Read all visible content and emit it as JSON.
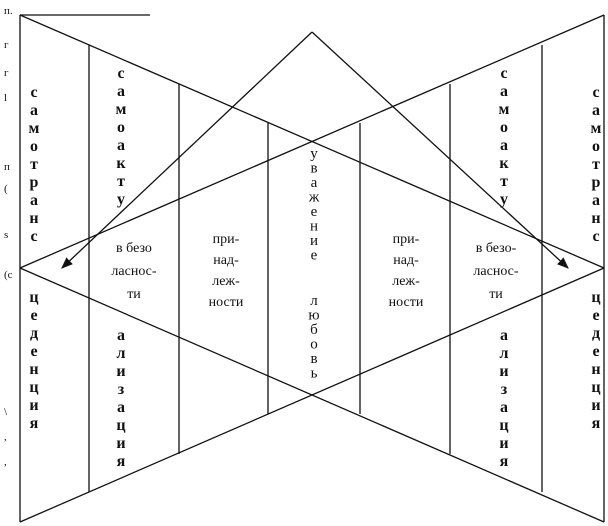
{
  "diagram": {
    "margin_marks": [
      "п.",
      "г",
      "г",
      "l",
      "п",
      "(",
      "s",
      "(с",
      "\\",
      ",",
      ","
    ],
    "labels": {
      "samotranscendence_top": [
        "с",
        "а",
        "м",
        "о",
        "т",
        "р",
        "а",
        "н",
        "с"
      ],
      "samotranscendence_bottom": [
        "ц",
        "е",
        "д",
        "е",
        "н",
        "ц",
        "и",
        "я"
      ],
      "selfactualization_top": [
        "с",
        "а",
        "м",
        "о",
        "а",
        "к",
        "т",
        "у"
      ],
      "selfactualization_bottom": [
        "а",
        "л",
        "и",
        "з",
        "а",
        "ц",
        "и",
        "я"
      ],
      "safety": [
        "в безо",
        "ласнос-",
        "ти"
      ],
      "safety_right": [
        "в безо-",
        "ласнос-",
        "ти"
      ],
      "belonging": [
        "при-",
        "над-",
        "леж-",
        "ности"
      ],
      "esteem_love_top": [
        "у",
        "в",
        "а",
        "ж",
        "е",
        "н",
        "и",
        "е"
      ],
      "esteem_love_bottom": [
        "л",
        "ю",
        "б",
        "о",
        "в",
        "ь"
      ]
    }
  }
}
